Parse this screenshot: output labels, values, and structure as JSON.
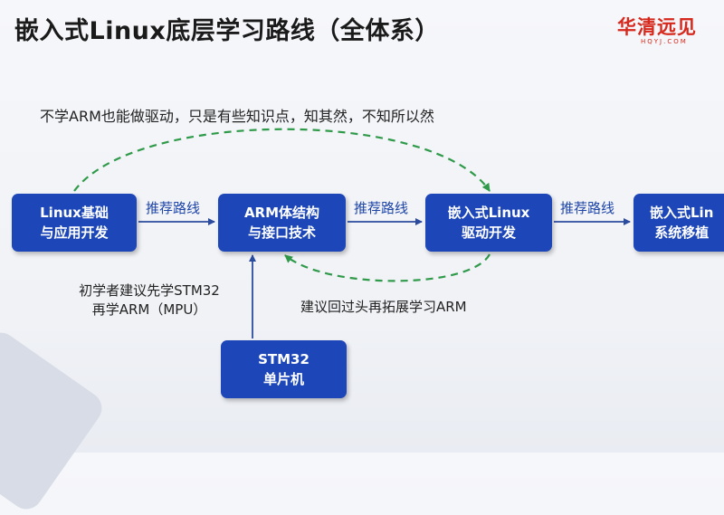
{
  "title": "嵌入式Linux底层学习路线（全体系）",
  "logo": {
    "cn": "华清远见",
    "en": "HQYJ.COM"
  },
  "top_note": "不学ARM也能做驱动，只是有些知识点，知其然，不知所以然",
  "boxes": [
    {
      "id": "linux-basics",
      "label": "Linux基础\n与应用开发"
    },
    {
      "id": "arm-arch",
      "label": "ARM体结构\n与接口技术"
    },
    {
      "id": "embedded-driver",
      "label": "嵌入式Linux\n驱动开发"
    },
    {
      "id": "system-porting",
      "label": "嵌入式Lin\n系统移植"
    },
    {
      "id": "stm32",
      "label": "STM32\n单片机"
    }
  ],
  "arrow_labels": [
    "推荐路线",
    "推荐路线",
    "推荐路线"
  ],
  "side_note": "初学者建议先学STM32\n再学ARM（MPU）",
  "back_note": "建议回过头再拓展学习ARM",
  "colors": {
    "box_fill": "#1d47b8",
    "arrow_solid": "#2b4b9e",
    "arrow_dashed": "#2f9a4a",
    "logo": "#d6281c"
  }
}
